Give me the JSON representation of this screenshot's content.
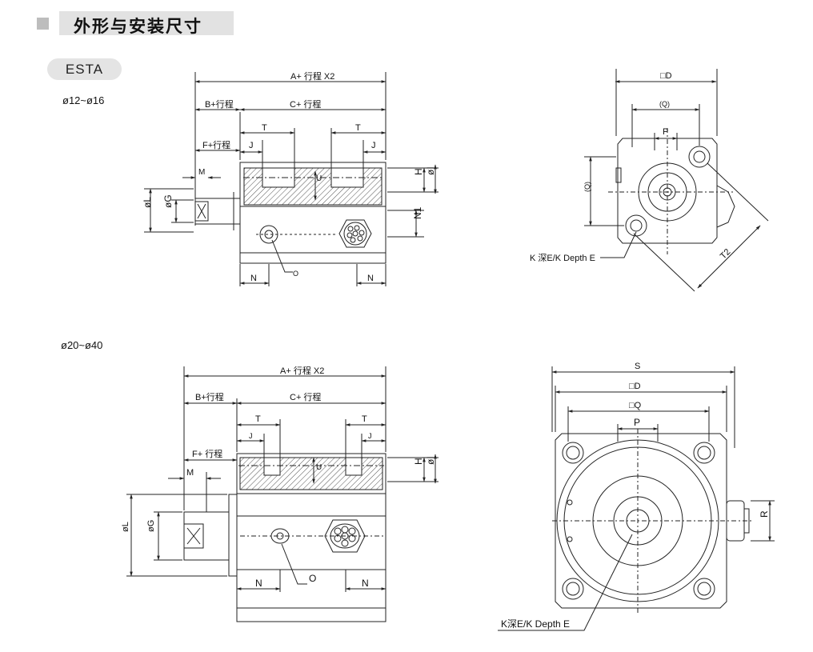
{
  "header": {
    "title": "外形与安装尺寸"
  },
  "series_badge": "ESTA",
  "sections": [
    {
      "bore_range": "ø12~ø16",
      "side_view": {
        "dims": {
          "A": "A+ 行程 X2",
          "B": "B+行程",
          "C": "C+ 行程",
          "F": "F+行程",
          "T": "T",
          "J": "J",
          "M": "M",
          "U": "U",
          "H": "H",
          "I": "øI",
          "L": "øL",
          "G": "øG",
          "N1": "N1",
          "N": "N",
          "O": "O"
        }
      },
      "end_view": {
        "dims": {
          "D": "□D",
          "Q": "(Q)",
          "P": "P",
          "T2": "T2",
          "callout": "K 深E/K Depth E"
        }
      }
    },
    {
      "bore_range": "ø20~ø40",
      "side_view": {
        "dims": {
          "A": "A+ 行程 X2",
          "B": "B+行程",
          "C": "C+ 行程",
          "F": "F+ 行程",
          "T": "T",
          "J": "J",
          "M": "M",
          "U": "U",
          "H": "H",
          "I": "øI",
          "L": "øL",
          "G": "øG",
          "N": "N",
          "O": "O"
        }
      },
      "end_view": {
        "dims": {
          "S": "S",
          "D": "□D",
          "Q": "□Q",
          "P": "P",
          "R": "R",
          "callout": "K深E/K Depth E"
        }
      }
    }
  ],
  "colors": {
    "header_bar": "#e2e2e2",
    "header_square": "#bdbdbd",
    "badge": "#e4e4e4",
    "line": "#222222",
    "hatch": "#555555"
  }
}
